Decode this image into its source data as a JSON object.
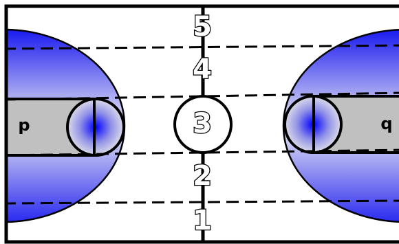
{
  "zone_labels": [
    "5",
    "4",
    "3",
    "2",
    "1"
  ],
  "left_side_label": "p",
  "right_side_label": "q",
  "colors": {
    "background": "#ffffff",
    "lines": "#000000",
    "gradient_blue": "#1a1af0",
    "gradient_light": "#d8d8e8",
    "paint_gray": "#c0c0c0"
  }
}
